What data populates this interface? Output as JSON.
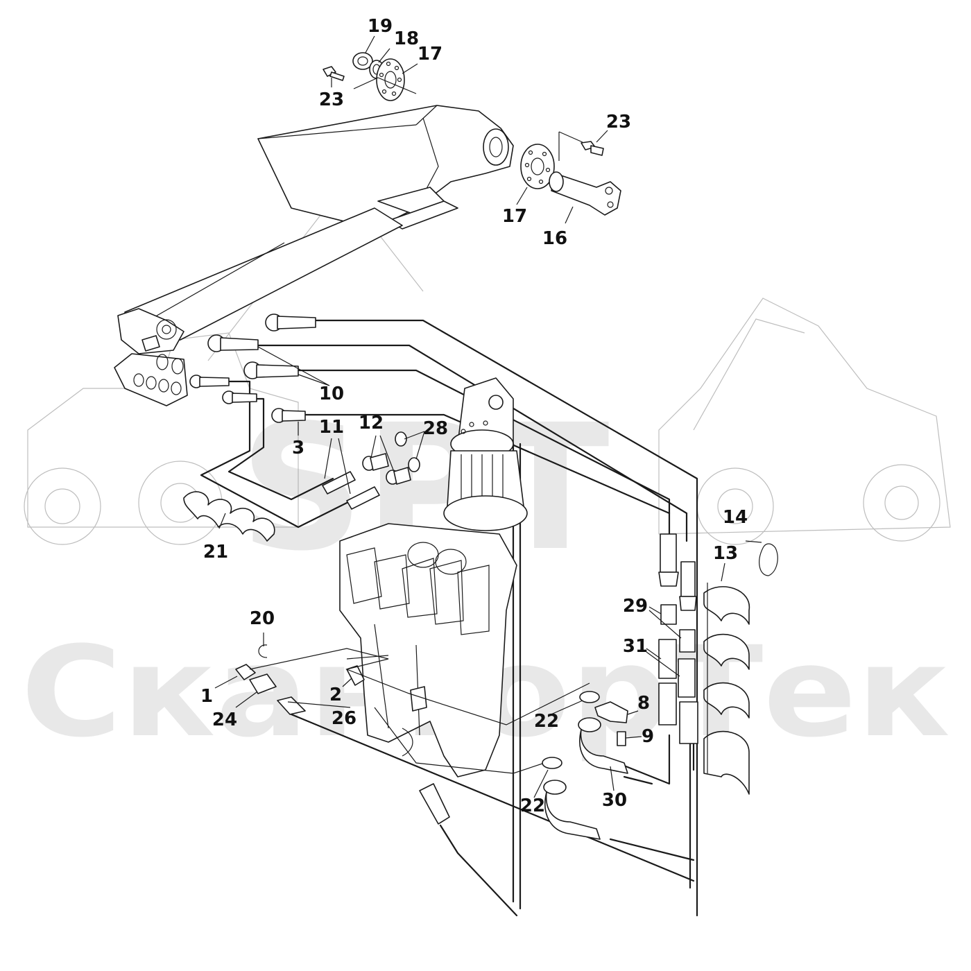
{
  "watermark": {
    "logo": "SPT",
    "brand": "СкангорТек"
  },
  "callouts": [
    {
      "id": "c19a",
      "label": "19"
    },
    {
      "id": "c18",
      "label": "18"
    },
    {
      "id": "c17a",
      "label": "17"
    },
    {
      "id": "c23a",
      "label": "23"
    },
    {
      "id": "c23b",
      "label": "23"
    },
    {
      "id": "c17b",
      "label": "17"
    },
    {
      "id": "c16",
      "label": "16"
    },
    {
      "id": "c10",
      "label": "10"
    },
    {
      "id": "c3",
      "label": "3"
    },
    {
      "id": "c11",
      "label": "11"
    },
    {
      "id": "c12",
      "label": "12"
    },
    {
      "id": "c28",
      "label": "28"
    },
    {
      "id": "c21",
      "label": "21"
    },
    {
      "id": "c14",
      "label": "14"
    },
    {
      "id": "c13",
      "label": "13"
    },
    {
      "id": "c29",
      "label": "29"
    },
    {
      "id": "c31",
      "label": "31"
    },
    {
      "id": "c8",
      "label": "8"
    },
    {
      "id": "c9",
      "label": "9"
    },
    {
      "id": "c20",
      "label": "20"
    },
    {
      "id": "c1",
      "label": "1"
    },
    {
      "id": "c2",
      "label": "2"
    },
    {
      "id": "c24",
      "label": "24"
    },
    {
      "id": "c26",
      "label": "26"
    },
    {
      "id": "c22a",
      "label": "22"
    },
    {
      "id": "c22b",
      "label": "22"
    },
    {
      "id": "c30",
      "label": "30"
    }
  ]
}
